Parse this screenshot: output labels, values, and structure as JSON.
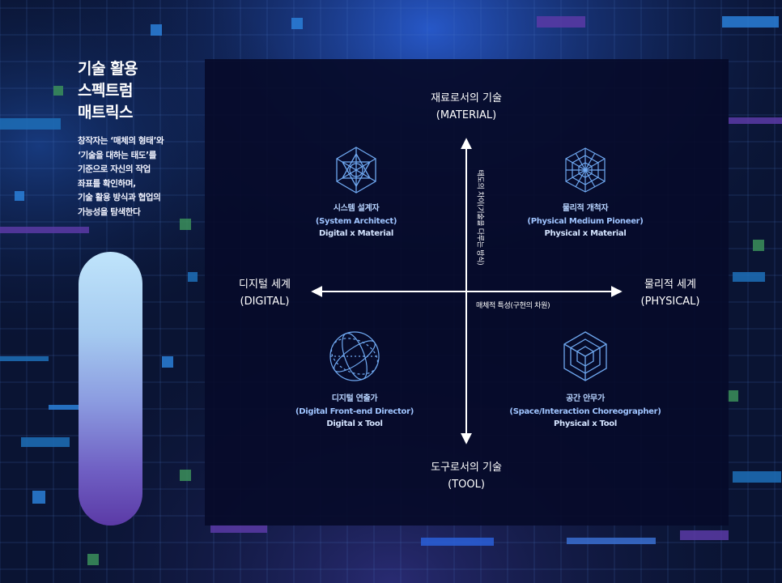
{
  "sidebar": {
    "title_lines": [
      "기술 활용",
      "스펙트럼",
      "매트릭스"
    ],
    "description_lines": [
      "창작자는 ‘매체의 형태’와",
      "‘기술을 대하는 태도’를",
      "기준으로 자신의 작업",
      "좌표를 확인하며,",
      "기술 활용 방식과 협업의",
      "가능성을 탐색한다"
    ]
  },
  "matrix": {
    "top_axis": {
      "name": "재료로서의 기술",
      "code": "(MATERIAL)"
    },
    "bottom_axis": {
      "name": "도구로서의 기술",
      "code": "(TOOL)"
    },
    "left_axis": {
      "name": "디지털 세계",
      "code": "(DIGITAL)"
    },
    "right_axis": {
      "name": "물리적 세계",
      "code": "(PHYSICAL)"
    },
    "vertical_axis_desc": "태도의 차이(기술을 다루는 방식)",
    "horizontal_axis_desc": "매체적 특성(구현의 차원)",
    "quadrants": {
      "top_left": {
        "name": "시스템 설계자",
        "english": "(System Architect)",
        "sub": "Digital x Material",
        "icon": "hexagon-network-icon"
      },
      "top_right": {
        "name": "물리적 개척자",
        "english": "(Physical Medium Pioneer)",
        "sub": "Physical x Material",
        "icon": "cube-lattice-icon"
      },
      "bottom_left": {
        "name": "디지털 연출가",
        "english": "(Digital Front-end Director)",
        "sub": "Digital x Tool",
        "icon": "wireframe-sphere-icon"
      },
      "bottom_right": {
        "name": "공간 안무가",
        "english": "(Space/Interaction Choreographer)",
        "sub": "Physical x Tool",
        "icon": "nested-cube-icon"
      }
    }
  },
  "colors": {
    "background": "#0a1433",
    "panel": "#060b2a",
    "icon_stroke": "#6fa8f0",
    "quadrant_text": "#b8d4ff",
    "pill_top": "#bfe4fb",
    "pill_bottom": "#5b3aa6"
  }
}
